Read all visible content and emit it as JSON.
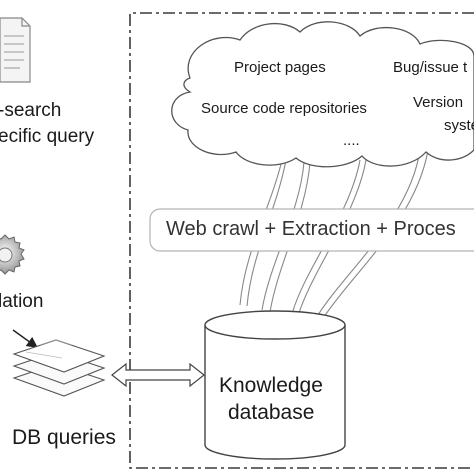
{
  "left_panel": {
    "search_line1": "-search",
    "search_line2": "ecific query",
    "lation": "lation",
    "db_queries": "DB queries"
  },
  "cloud": {
    "project_pages": "Project pages",
    "bug_issue": "Bug/issue t",
    "source_code": "Source code repositories",
    "version": "Version",
    "system": "syste",
    "ellipsis": "...."
  },
  "process_bar": {
    "label": "Web crawl + Extraction + Proces"
  },
  "database": {
    "line1": "Knowledge",
    "line2": "database"
  },
  "icons": [
    "document-icon",
    "gear-icon",
    "stacked-pages-icon",
    "double-arrow-icon",
    "database-icon",
    "cloud-icon"
  ],
  "colors": {
    "stroke": "#333333",
    "light_stroke": "#9a9a9a",
    "dashed_border": "#3a3a3a"
  }
}
